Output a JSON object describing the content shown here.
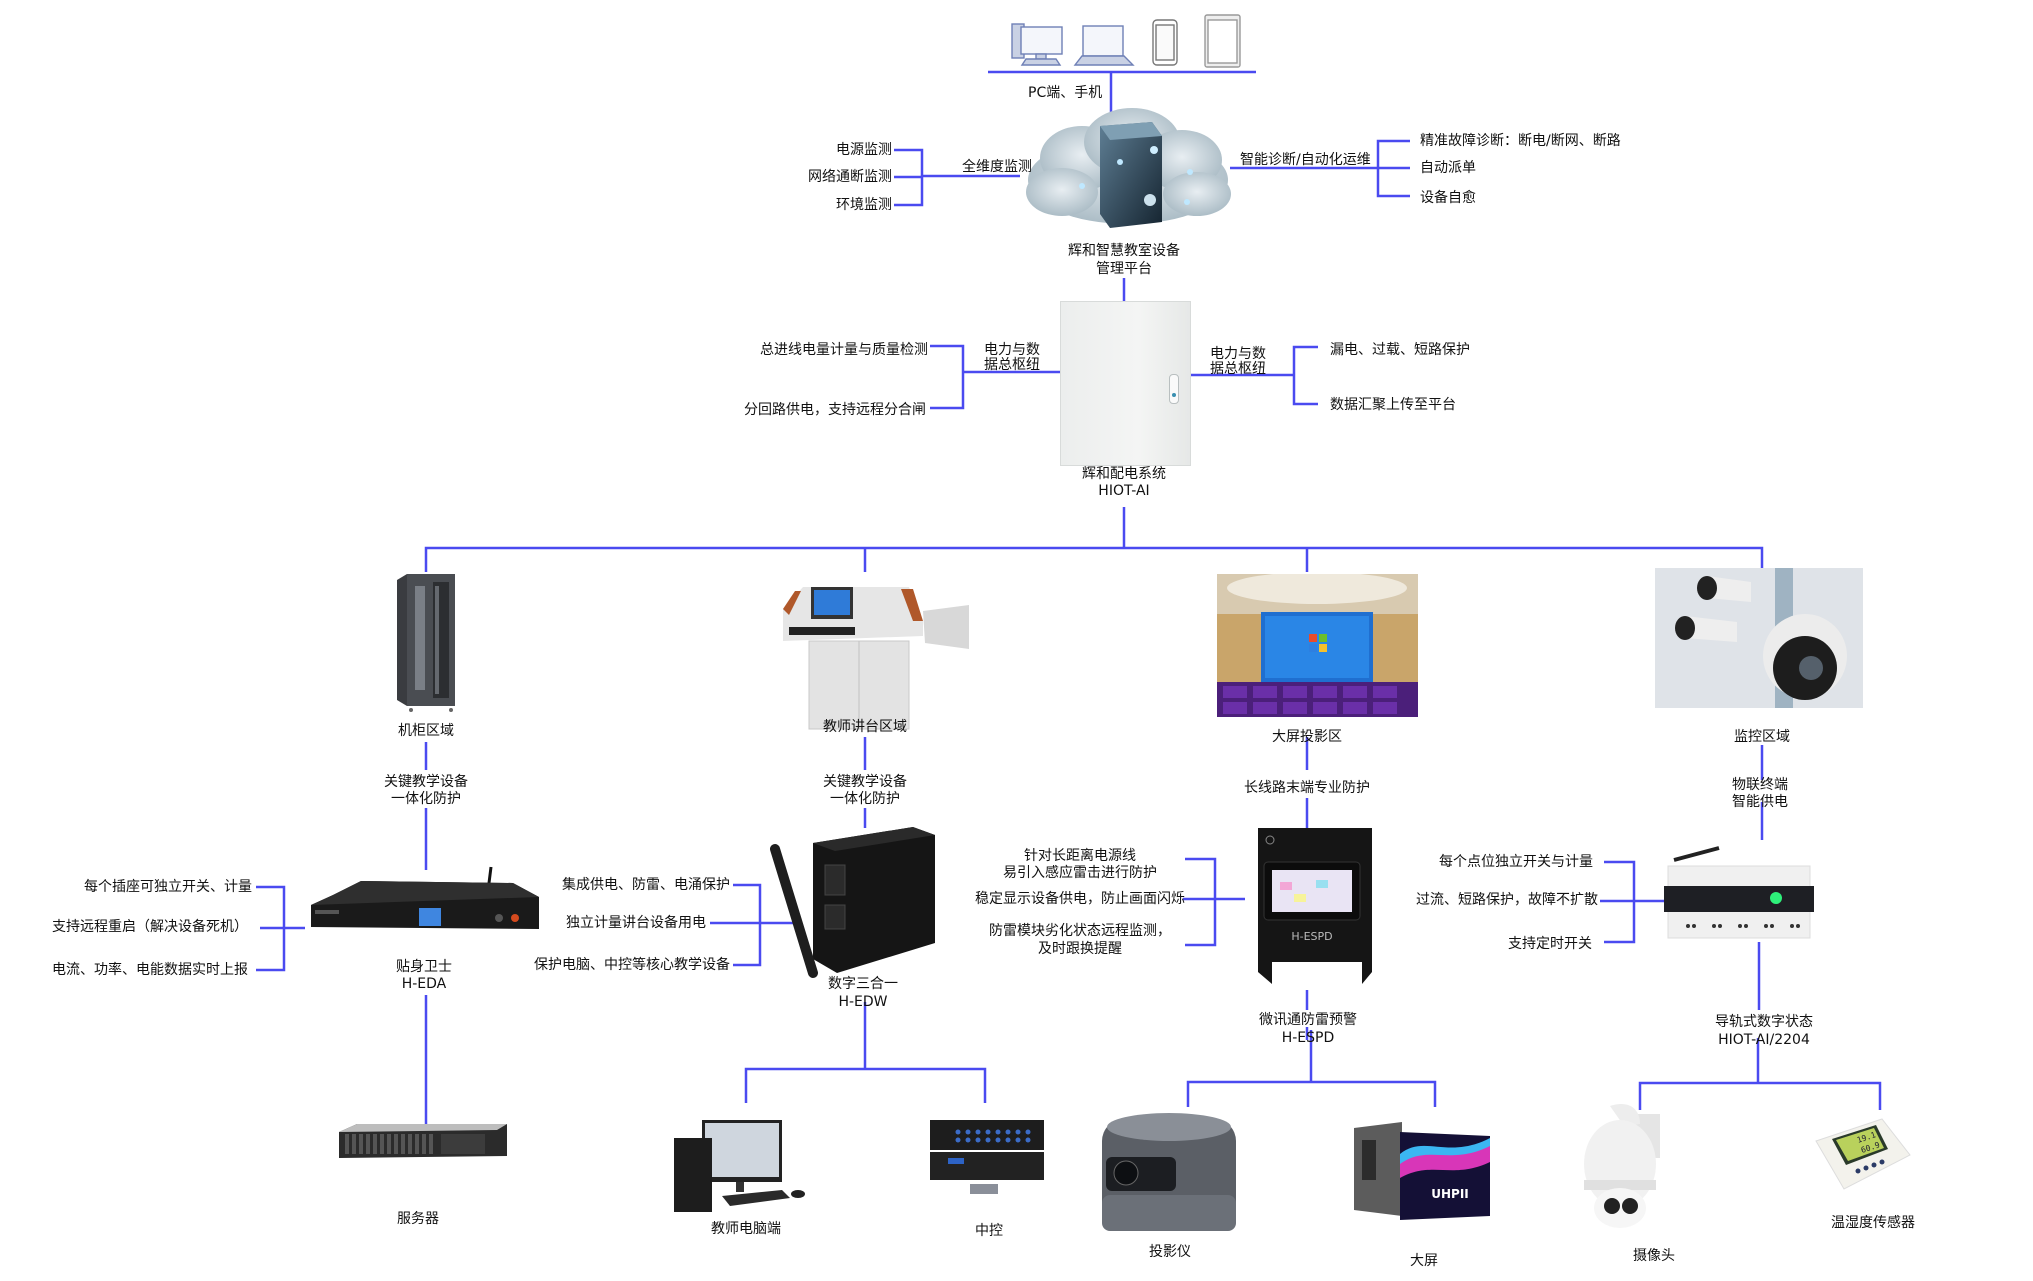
{
  "colors": {
    "line": "#4a4af0",
    "text": "#111111"
  },
  "top": {
    "clients_label": "PC端、手机",
    "client_icons": [
      "desktop-icon",
      "laptop-icon",
      "phone-icon",
      "tablet-icon"
    ]
  },
  "platform": {
    "name_line1": "辉和智慧教室设备",
    "name_line2": "管理平台",
    "left_group_label": "全维度监测",
    "left_items": [
      "电源监测",
      "网络通断监测",
      "环境监测"
    ],
    "right_group_label": "智能诊断/自动化运维",
    "right_items": [
      "精准故障诊断：断电/断网、断路",
      "自动派单",
      "设备自愈"
    ]
  },
  "power_system": {
    "name_line1": "辉和配电系统",
    "name_line2": "HIOT-AI",
    "left_label_line1": "电力与数",
    "left_label_line2": "据总枢纽",
    "left_items": [
      "总进线电量计量与质量检测",
      "分回路供电，支持远程分合闸"
    ],
    "right_label_line1": "电力与数",
    "right_label_line2": "据总枢纽",
    "right_items": [
      "漏电、过载、短路保护",
      "数据汇聚上传至平台"
    ]
  },
  "zones": [
    {
      "name": "机柜区域",
      "protection_line1": "关键教学设备",
      "protection_line2": "一体化防护",
      "device_line1": "贴身卫士",
      "device_line2": "H-EDA",
      "features": [
        "每个插座可独立开关、计量",
        "支持远程重启（解决设备死机）",
        "电流、功率、电能数据实时上报"
      ],
      "endpoints": [
        "服务器"
      ]
    },
    {
      "name": "教师讲台区域",
      "protection_line1": "关键教学设备",
      "protection_line2": "一体化防护",
      "device_line1": "数字三合一",
      "device_line2": "H-EDW",
      "features": [
        "集成供电、防雷、电涌保护",
        "独立计量讲台设备用电",
        "保护电脑、中控等核心教学设备"
      ],
      "endpoints": [
        "教师电脑端",
        "中控"
      ]
    },
    {
      "name": "大屏投影区",
      "protection_line1": "长线路末端专业防护",
      "device_line1": "微讯通防雷预警",
      "device_line2": "H-ESPD",
      "device_screen_label": "H-ESPD",
      "features": [
        "针对长距离电源线\n易引入感应雷击进行防护",
        "稳定显示设备供电，防止画面闪烁",
        "防雷模块劣化状态远程监测，\n及时跟换提醒"
      ],
      "features_lines": [
        [
          "针对长距离电源线",
          "易引入感应雷击进行防护"
        ],
        [
          "稳定显示设备供电，防止画面闪烁"
        ],
        [
          "防雷模块劣化状态远程监测，",
          "及时跟换提醒"
        ]
      ],
      "endpoints": [
        "投影仪",
        "大屏"
      ],
      "screen_brand": "UHPII"
    },
    {
      "name": "监控区域",
      "protection_line1": "物联终端",
      "protection_line2": "智能供电",
      "device_line1": "导轨式数字状态",
      "device_line2": "HIOT-AI/2204",
      "features": [
        "每个点位独立开关与计量",
        "过流、短路保护，故障不扩散",
        "支持定时开关"
      ],
      "endpoints": [
        "摄像头",
        "温湿度传感器"
      ],
      "sensor_readings": [
        "19.1",
        "60.9"
      ]
    }
  ]
}
